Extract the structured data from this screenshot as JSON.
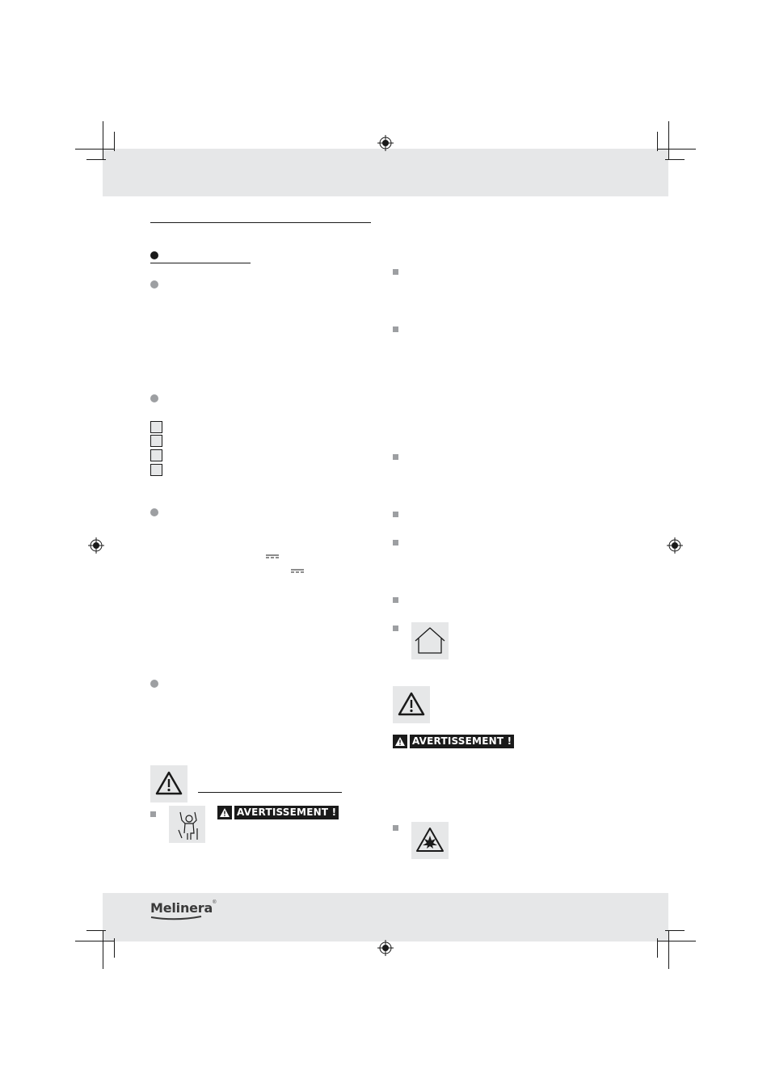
{
  "bands": {
    "top_color": "#e6e7e8",
    "bottom_color": "#e6e7e8"
  },
  "left_column": {
    "numbered_boxes": [
      "",
      "",
      "",
      ""
    ]
  },
  "warnings": {
    "left_label": "AVERTISSEMENT !",
    "right_label": "AVERTISSEMENT !"
  },
  "icons": {
    "warning_triangle": "warning-triangle-icon",
    "child_hazard": "child-hazard-icon",
    "indoor_use": "house-icon",
    "explosion_hazard": "explosion-icon"
  },
  "footer": {
    "brand": "Melinera",
    "brand_mark": "®"
  }
}
